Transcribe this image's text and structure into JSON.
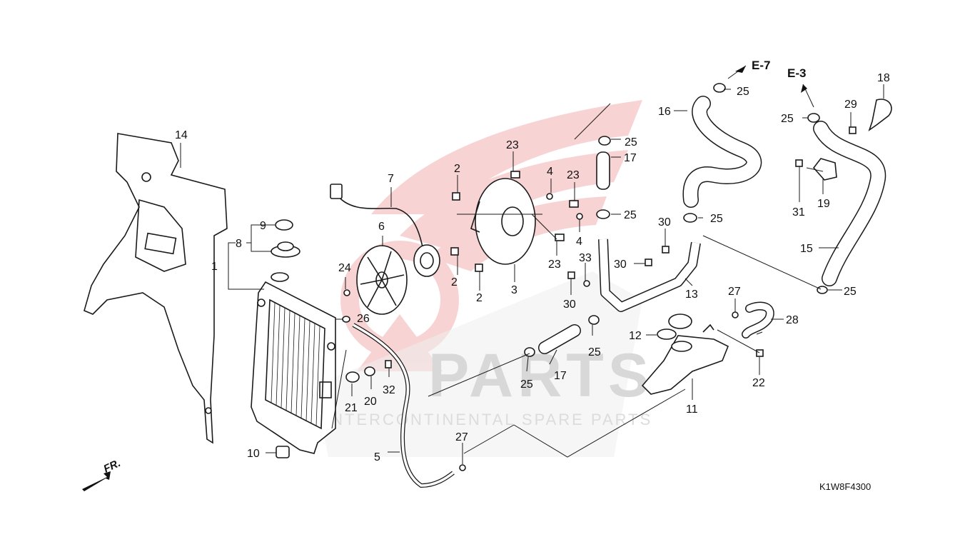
{
  "diagram": {
    "code": "K1W8F4300",
    "front_marker": "FR.",
    "refs": [
      "E-7",
      "E-3"
    ],
    "watermark": {
      "brand": "PARTS",
      "tagline": "INTERCONTINENTAL SPARE PARTS",
      "logo_color": "#e03a3a"
    },
    "callouts": {
      "c1": "1",
      "c2a": "2",
      "c2b": "2",
      "c2c": "2",
      "c3": "3",
      "c4a": "4",
      "c4b": "4",
      "c5": "5",
      "c6": "6",
      "c7": "7",
      "c8": "8",
      "c9": "9",
      "c10": "10",
      "c11": "11",
      "c12": "12",
      "c13": "13",
      "c14": "14",
      "c15": "15",
      "c16": "16",
      "c17a": "17",
      "c17b": "17",
      "c18": "18",
      "c19": "19",
      "c20": "20",
      "c21": "21",
      "c22": "22",
      "c23a": "23",
      "c23b": "23",
      "c23c": "23",
      "c24": "24",
      "c25a": "25",
      "c25b": "25",
      "c25c": "25",
      "c25d": "25",
      "c25e": "25",
      "c25f": "25",
      "c25g": "25",
      "c25h": "25",
      "c26": "26",
      "c27a": "27",
      "c27b": "27",
      "c28": "28",
      "c29": "29",
      "c30a": "30",
      "c30b": "30",
      "c30c": "30",
      "c31": "31",
      "c32": "32",
      "c33": "33"
    }
  }
}
